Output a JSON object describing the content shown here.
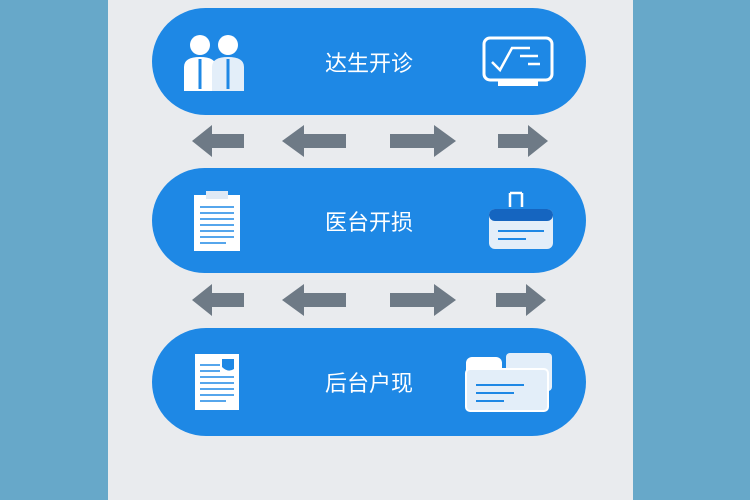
{
  "steps": [
    {
      "label": "达生开诊",
      "left_icon": "doctors-icon",
      "right_icon": "monitor-icon"
    },
    {
      "label": "医台开损",
      "left_icon": "clipboard-icon",
      "right_icon": "card-icon"
    },
    {
      "label": "后台户现",
      "left_icon": "document-icon",
      "right_icon": "folders-icon"
    }
  ],
  "colors": {
    "background": "#67a8c9",
    "panel": "#e9ebee",
    "pill": "#1e88e5",
    "arrow": "#6e7a86"
  }
}
